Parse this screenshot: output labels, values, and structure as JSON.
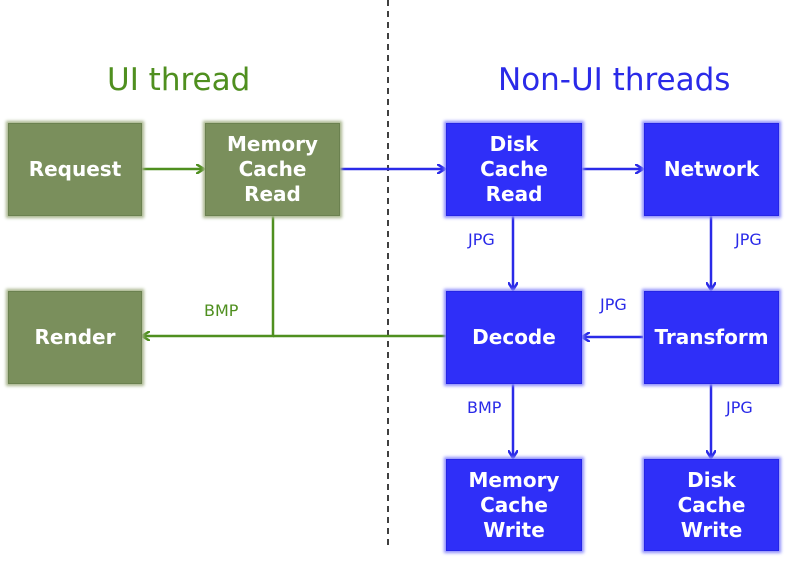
{
  "colors": {
    "green_node": "#7a8f5c",
    "green_accent": "#4f8f1f",
    "blue_node": "#2f2ff8",
    "blue_accent": "#2a2ae8",
    "divider": "#000000"
  },
  "headings": {
    "ui_thread": "UI thread",
    "non_ui_threads": "Non-UI threads"
  },
  "nodes": {
    "request": "Request",
    "memory_cache_read": "Memory\nCache\nRead",
    "render": "Render",
    "disk_cache_read": "Disk\nCache\nRead",
    "network": "Network",
    "decode": "Decode",
    "transform": "Transform",
    "memory_cache_write": "Memory\nCache\nWrite",
    "disk_cache_write": "Disk\nCache\nWrite"
  },
  "edge_labels": {
    "disk_read_to_decode": "JPG",
    "network_to_transform": "JPG",
    "transform_to_decode": "JPG",
    "memory_read_to_render": "BMP",
    "decode_to_memory_write": "BMP",
    "transform_to_disk_write": "JPG"
  }
}
